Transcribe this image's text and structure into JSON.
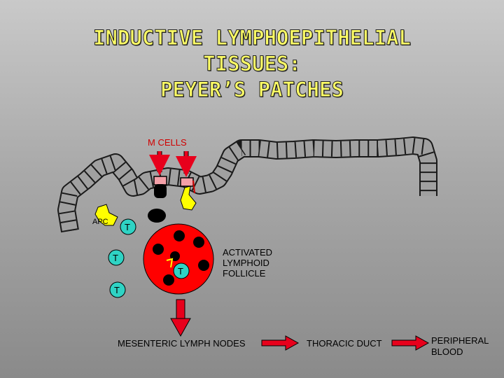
{
  "title": {
    "line1": "INDUCTIVE LYMPHOEPITHELIAL",
    "line2": "TISSUES:",
    "line3": "PEYER’S PATCHES"
  },
  "labels": {
    "m_cells": "M CELLS",
    "apc": "APC",
    "t_cell": "T",
    "follicle_line1": "ACTIVATED",
    "follicle_line2": "LYMPHOID",
    "follicle_line3": "FOLLICLE",
    "mesenteric": "MESENTERIC LYMPH NODES",
    "thoracic": "THORACIC DUCT",
    "peripheral_line1": "PERIPHERAL",
    "peripheral_line2": "BLOOD"
  },
  "colors": {
    "background_top": "#c9c9c9",
    "title_text": "#ffff66",
    "follicle": "#ff0000",
    "t_cell": "#2fd3c4",
    "apc": "#ffff00",
    "m_cell_cap": "#f4a0a8",
    "arrow": "#e8001c",
    "m_cells_label": "#d00000"
  }
}
